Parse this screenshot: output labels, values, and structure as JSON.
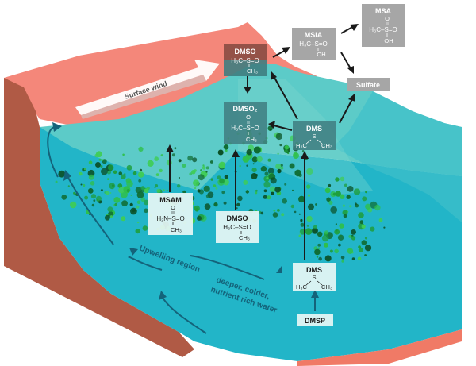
{
  "colors": {
    "land_top": "#f4877a",
    "land_side": "#b05a45",
    "land_front": "#f07a66",
    "water_surface": "#5ccbc8",
    "water_deep": "#22b5c8",
    "water_side": "#3fbfc9",
    "dark_box": "#3f7d80",
    "dark_box_red": "#9b4e42",
    "grey_box": "#a6a6a6",
    "light_box": "#e6f6f5",
    "arrow_black": "#1a1a1a",
    "arrow_teal": "#14637a",
    "plankton": [
      "#1e9e3c",
      "#2fbf4a",
      "#0f6b30",
      "#3fcc55",
      "#0a4f24"
    ]
  },
  "labels": {
    "surface_wind": "Surface wind",
    "upwelling_region": "Upwelling region",
    "deep_water": [
      "deeper, colder,",
      "nutrient rich water"
    ]
  },
  "boxes": {
    "dmso_surface": {
      "title": "DMSO",
      "formula_main": "H₃C–S=O",
      "formula_sub": "CH₃"
    },
    "msia": {
      "title": "MSIA",
      "formula_main": "H₃C–S=O",
      "formula_sub": "OH"
    },
    "msa": {
      "title": "MSA",
      "formula_top": "O",
      "formula_main": "H₃C–S=O",
      "formula_sub": "OH"
    },
    "sulfate": {
      "title": "Sulfate"
    },
    "dmso2": {
      "title": "DMSO₂",
      "formula_top": "O",
      "formula_main": "H₃C–S=O",
      "formula_sub": "CH₃"
    },
    "dms_upper": {
      "title": "DMS",
      "formula_s": "S",
      "formula_left": "H₃C",
      "formula_right": "CH₃"
    },
    "msam": {
      "title": "MSAM",
      "formula_top": "O",
      "formula_main": "H₂N–S=O",
      "formula_sub": "CH₃"
    },
    "dmso_deep": {
      "title": "DMSO",
      "formula_main": "H₃C–S=O",
      "formula_sub": "CH₃"
    },
    "dms_lower": {
      "title": "DMS",
      "formula_s": "S",
      "formula_left": "H₃C",
      "formula_right": "CH₃"
    },
    "dmsp": {
      "title": "DMSP"
    }
  }
}
